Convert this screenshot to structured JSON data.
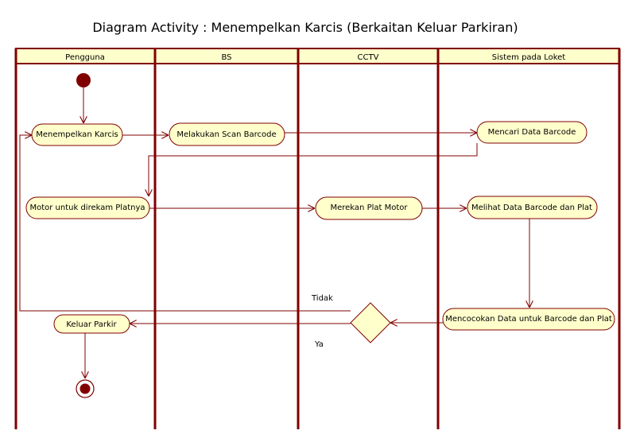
{
  "title": "Diagram Activity : Menempelkan Karcis (Berkaitan Keluar Parkiran)",
  "colors": {
    "line": "#800000",
    "fill": "#ffffcc",
    "header": "#ffffcc",
    "start": "#800000"
  },
  "lanes": [
    "Pengguna",
    "BS",
    "CCTV",
    "Sistem pada Loket"
  ],
  "activities": {
    "menempelkan_karcis": "Menempelkan Karcis",
    "scan_barcode": "Melakukan Scan Barcode",
    "mencari_data": "Mencari Data Barcode",
    "motor_direkam": "Motor untuk direkam Platnya",
    "merekan_plat": "Merekan Plat Motor",
    "melihat_data": "Melihat Data Barcode dan Plat",
    "mencocokan": "Mencocokan Data untuk Barcode dan Plat",
    "keluar_parkir": "Keluar Parkir"
  },
  "guards": {
    "tidak": "Tidak",
    "ya": "Ya"
  }
}
